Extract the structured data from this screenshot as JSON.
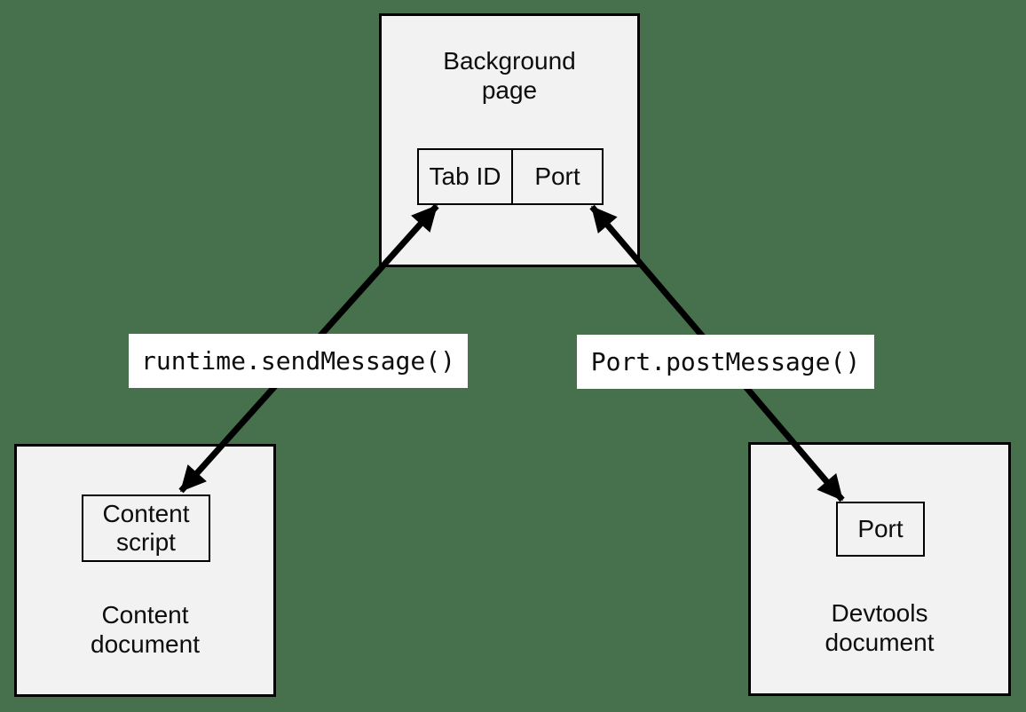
{
  "colors": {
    "page_background": "#47704D",
    "box_fill": "#F2F2F2",
    "border": "#000000",
    "arrow": "#000000",
    "label_background": "#FFFFFF",
    "text": "#0D0D0D"
  },
  "nodes": {
    "background_page": {
      "title": "Background\npage",
      "cells": [
        {
          "label": "Tab ID"
        },
        {
          "label": "Port"
        }
      ]
    },
    "content_document": {
      "title": "Content\ndocument",
      "inner_label": "Content\nscript"
    },
    "devtools_document": {
      "title": "Devtools\ndocument",
      "inner_label": "Port"
    }
  },
  "edges": [
    {
      "label": "runtime.sendMessage()",
      "from": "content-script",
      "to": "background-page-tab-id",
      "arrows": "both"
    },
    {
      "label": "Port.postMessage()",
      "from": "background-page-port",
      "to": "devtools-document-port",
      "arrows": "both"
    }
  ]
}
